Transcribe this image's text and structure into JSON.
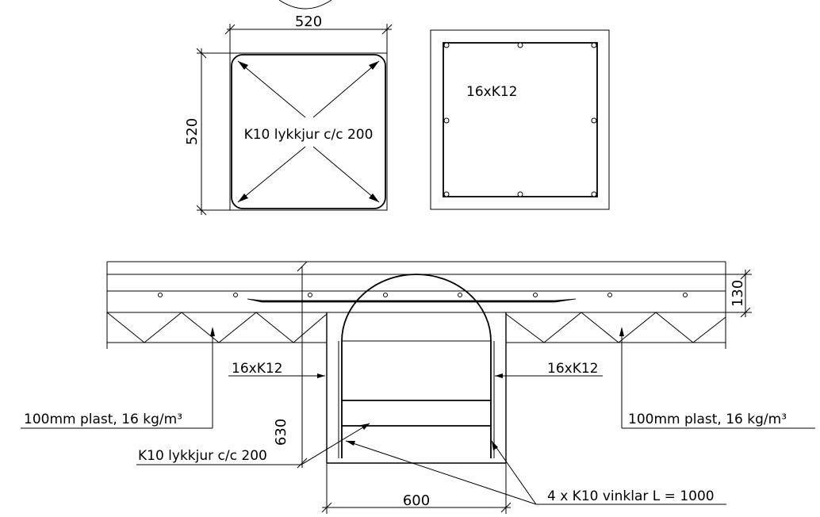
{
  "detail_a": {
    "width_dim": "520",
    "height_dim": "520",
    "stirrup_label": "K10 lykkjur c/c 200"
  },
  "detail_b": {
    "rebar_label": "16xK12"
  },
  "section": {
    "slab_thickness": "130",
    "beam_depth": "630",
    "beam_width": "600",
    "rebar_left": "16xK12",
    "rebar_right": "16xK12",
    "insulation_left": "100mm plast, 16 kg/m³",
    "insulation_right": "100mm plast, 16 kg/m³",
    "stirrups": "K10 lykkjur c/c 200",
    "angles": "4 x K10 vinklar L = 1000"
  }
}
